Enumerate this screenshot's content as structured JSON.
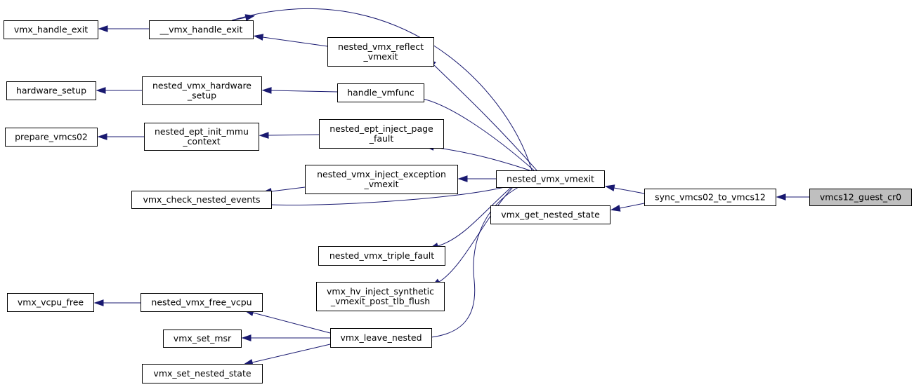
{
  "graph": {
    "type": "caller-graph",
    "nodes": {
      "vmcs12_guest_cr0": {
        "label": [
          "vmcs12_guest_cr0"
        ],
        "focus": true
      },
      "sync_vmcs02_to_vmcs12": {
        "label": [
          "sync_vmcs02_to_vmcs12"
        ]
      },
      "nested_vmx_vmexit": {
        "label": [
          "nested_vmx_vmexit"
        ]
      },
      "vmx_get_nested_state": {
        "label": [
          "vmx_get_nested_state"
        ]
      },
      "vmx_handle_exit": {
        "label": [
          "vmx_handle_exit"
        ]
      },
      "__vmx_handle_exit": {
        "label": [
          "__vmx_handle_exit"
        ]
      },
      "nested_vmx_reflect_vmexit": {
        "label": [
          "nested_vmx_reflect",
          "_vmexit"
        ]
      },
      "hardware_setup": {
        "label": [
          "hardware_setup"
        ]
      },
      "nested_vmx_hardware_setup": {
        "label": [
          "nested_vmx_hardware",
          "_setup"
        ]
      },
      "handle_vmfunc": {
        "label": [
          "handle_vmfunc"
        ]
      },
      "prepare_vmcs02": {
        "label": [
          "prepare_vmcs02"
        ]
      },
      "nested_ept_init_mmu_context": {
        "label": [
          "nested_ept_init_mmu",
          "_context"
        ]
      },
      "nested_ept_inject_page_fault": {
        "label": [
          "nested_ept_inject_page",
          "_fault"
        ]
      },
      "nested_vmx_inject_exception_vmexit": {
        "label": [
          "nested_vmx_inject_exception",
          "_vmexit"
        ]
      },
      "vmx_check_nested_events": {
        "label": [
          "vmx_check_nested_events"
        ]
      },
      "nested_vmx_triple_fault": {
        "label": [
          "nested_vmx_triple_fault"
        ]
      },
      "vmx_hv_inject_synthetic_vmexit_post_tlb_flush": {
        "label": [
          "vmx_hv_inject_synthetic",
          "_vmexit_post_tlb_flush"
        ]
      },
      "vmx_vcpu_free": {
        "label": [
          "vmx_vcpu_free"
        ]
      },
      "nested_vmx_free_vcpu": {
        "label": [
          "nested_vmx_free_vcpu"
        ]
      },
      "vmx_set_msr": {
        "label": [
          "vmx_set_msr"
        ]
      },
      "vmx_leave_nested": {
        "label": [
          "vmx_leave_nested"
        ]
      },
      "vmx_set_nested_state": {
        "label": [
          "vmx_set_nested_state"
        ]
      }
    },
    "edges": [
      [
        "vmcs12_guest_cr0",
        "sync_vmcs02_to_vmcs12"
      ],
      [
        "sync_vmcs02_to_vmcs12",
        "nested_vmx_vmexit"
      ],
      [
        "sync_vmcs02_to_vmcs12",
        "vmx_get_nested_state"
      ],
      [
        "nested_vmx_vmexit",
        "__vmx_handle_exit"
      ],
      [
        "nested_vmx_vmexit",
        "nested_vmx_reflect_vmexit"
      ],
      [
        "nested_vmx_vmexit",
        "handle_vmfunc"
      ],
      [
        "nested_vmx_vmexit",
        "nested_ept_inject_page_fault"
      ],
      [
        "nested_vmx_vmexit",
        "nested_vmx_inject_exception_vmexit"
      ],
      [
        "nested_vmx_vmexit",
        "vmx_check_nested_events"
      ],
      [
        "nested_vmx_vmexit",
        "nested_vmx_triple_fault"
      ],
      [
        "nested_vmx_vmexit",
        "vmx_hv_inject_synthetic_vmexit_post_tlb_flush"
      ],
      [
        "nested_vmx_vmexit",
        "vmx_leave_nested"
      ],
      [
        "__vmx_handle_exit",
        "vmx_handle_exit"
      ],
      [
        "nested_vmx_reflect_vmexit",
        "__vmx_handle_exit"
      ],
      [
        "handle_vmfunc",
        "nested_vmx_hardware_setup"
      ],
      [
        "nested_vmx_hardware_setup",
        "hardware_setup"
      ],
      [
        "nested_ept_inject_page_fault",
        "nested_ept_init_mmu_context"
      ],
      [
        "nested_ept_init_mmu_context",
        "prepare_vmcs02"
      ],
      [
        "nested_vmx_inject_exception_vmexit",
        "vmx_check_nested_events"
      ],
      [
        "vmx_leave_nested",
        "nested_vmx_free_vcpu"
      ],
      [
        "vmx_leave_nested",
        "vmx_set_msr"
      ],
      [
        "vmx_leave_nested",
        "vmx_set_nested_state"
      ],
      [
        "nested_vmx_free_vcpu",
        "vmx_vcpu_free"
      ]
    ]
  },
  "colors": {
    "edge": "#191970",
    "node_border": "#000000",
    "node_fill": "#ffffff",
    "focus_fill": "#bfbfbf"
  }
}
